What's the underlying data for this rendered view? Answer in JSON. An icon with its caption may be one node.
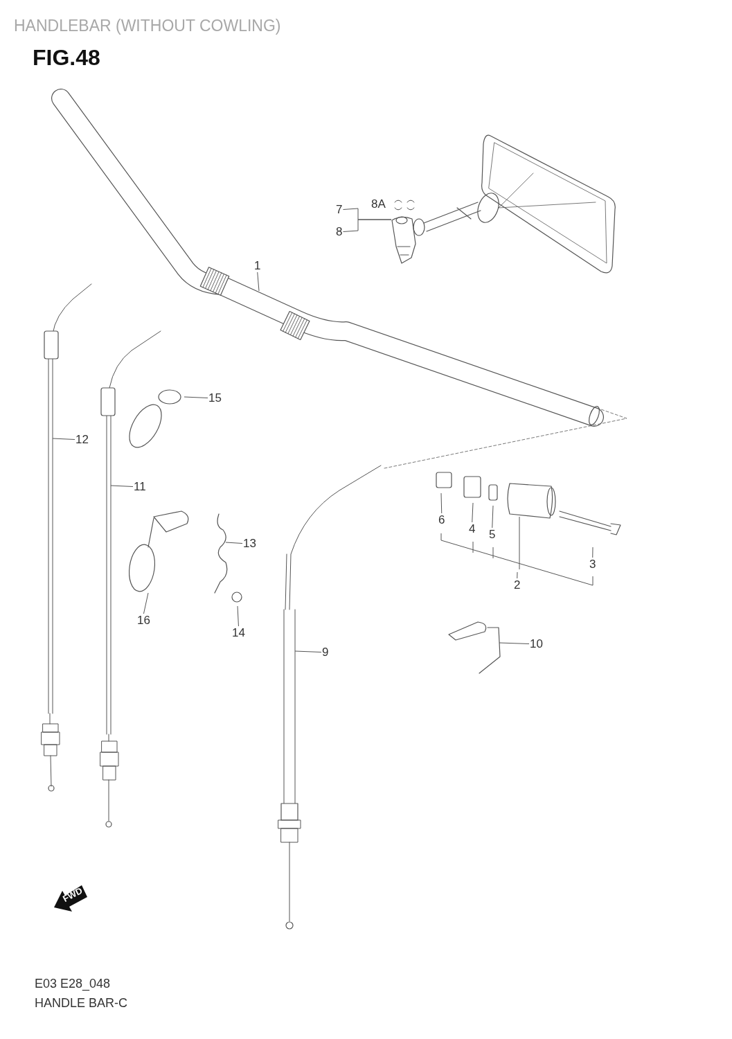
{
  "diagram": {
    "title": "FIG.48",
    "nodes": [
      {
        "text": [
          "1"
        ]
      },
      {
        "text": [
          "7"
        ]
      },
      {
        "text": [
          "8"
        ]
      },
      {
        "text": [
          "15"
        ]
      },
      {
        "text": [
          "12"
        ]
      },
      {
        "text": [
          "11"
        ]
      },
      {
        "text": [
          "6"
        ]
      },
      {
        "text": [
          "4"
        ]
      },
      {
        "text": [
          "5"
        ]
      },
      {
        "text": [
          "13"
        ]
      },
      {
        "text": [
          "3"
        ]
      },
      {
        "text": [
          "2"
        ]
      },
      {
        "text": [
          "16"
        ]
      },
      {
        "text": [
          "14"
        ]
      },
      {
        "text": [
          "10"
        ]
      },
      {
        "text": [
          "9"
        ]
      }
    ],
    "edges": [
      {
        "from": 0,
        "to": null,
        "arrow": "none"
      },
      {
        "from": 1,
        "to": null,
        "arrow": "none"
      },
      {
        "from": 2,
        "to": null,
        "arrow": "none"
      },
      {
        "from": 3,
        "to": null,
        "arrow": "none"
      },
      {
        "from": 4,
        "to": null,
        "arrow": "none"
      },
      {
        "from": 5,
        "to": null,
        "arrow": "none"
      },
      {
        "from": 6,
        "to": null,
        "arrow": "none"
      },
      {
        "from": 7,
        "to": null,
        "arrow": "none"
      },
      {
        "from": 8,
        "to": null,
        "arrow": "none"
      },
      {
        "from": 9,
        "to": null,
        "arrow": "none"
      },
      {
        "from": 10,
        "to": null,
        "arrow": "none"
      },
      {
        "from": 11,
        "to": null,
        "arrow": "none"
      },
      {
        "from": 12,
        "to": null,
        "arrow": "none"
      },
      {
        "from": 13,
        "to": null,
        "arrow": "none"
      },
      {
        "from": 14,
        "to": null,
        "arrow": "none"
      },
      {
        "from": 15,
        "to": null,
        "arrow": "none"
      }
    ],
    "labels": [
      "HANDLEBAR (WITHOUT COWLING)",
      "8A",
      "FWD",
      "E03 E28_048",
      "HANDLE BAR-C"
    ]
  }
}
